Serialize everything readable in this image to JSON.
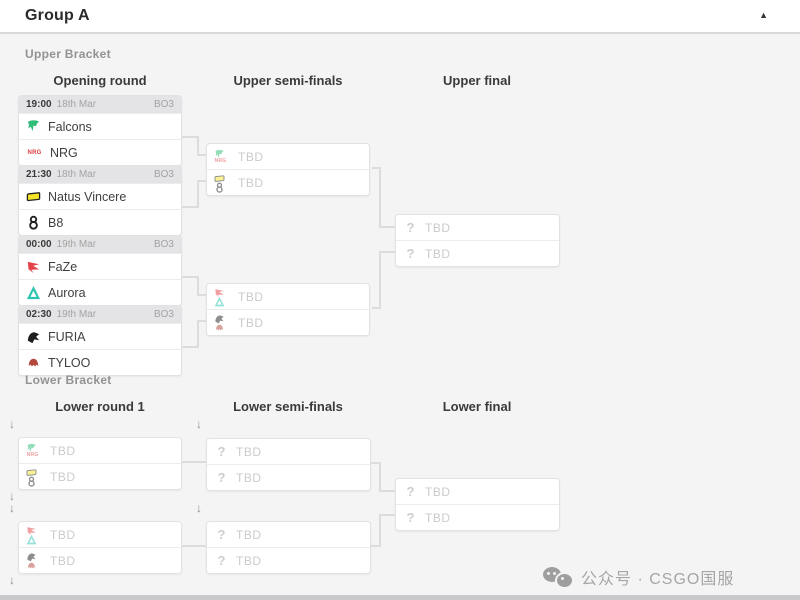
{
  "header": {
    "title": "Group A",
    "collapse_icon": "▲"
  },
  "labels": {
    "tbd": "TBD",
    "question_mark": "?",
    "drop_arrow": "↓"
  },
  "upper_bracket": {
    "section_label": "Upper Bracket",
    "columns": [
      "Opening round",
      "Upper semi-finals",
      "Upper final"
    ],
    "opening_round": [
      {
        "time": "19:00",
        "date": "18th Mar",
        "format": "BO3",
        "team1": "Falcons",
        "team2": "NRG"
      },
      {
        "time": "21:30",
        "date": "18th Mar",
        "format": "BO3",
        "team1": "Natus Vincere",
        "team2": "B8"
      },
      {
        "time": "00:00",
        "date": "19th Mar",
        "format": "BO3",
        "team1": "FaZe",
        "team2": "Aurora"
      },
      {
        "time": "02:30",
        "date": "19th Mar",
        "format": "BO3",
        "team1": "FURIA",
        "team2": "TYLOO"
      }
    ]
  },
  "lower_bracket": {
    "section_label": "Lower Bracket",
    "columns": [
      "Lower round 1",
      "Lower semi-finals",
      "Lower final"
    ]
  },
  "team_colors": {
    "falcons": "#2fbe79",
    "nrg": "#e03a3e",
    "navi": "#f5e428",
    "b8": "#1f1f1f",
    "faze": "#e34247",
    "aurora": "#2fc4b2",
    "furia": "#1f1f1f",
    "tyloo": "#b5473c"
  },
  "watermark": {
    "text": "公众号 · CSGO国服"
  }
}
